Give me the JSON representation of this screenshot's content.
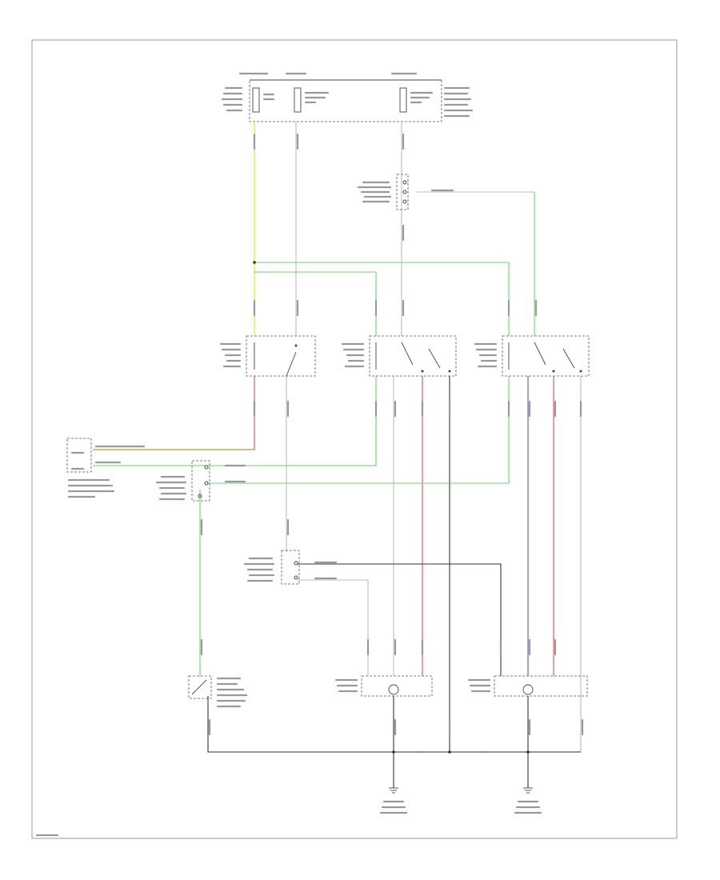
{
  "colors": {
    "yellow": "#e6e600",
    "green": "#66d966",
    "red": "#e05050",
    "blue": "#5050e6",
    "black": "#333333",
    "gray": "#bbbbbb",
    "tan": "#a08000"
  },
  "icons": [
    "ground-symbol",
    "switch-contact",
    "bulb",
    "connector"
  ]
}
